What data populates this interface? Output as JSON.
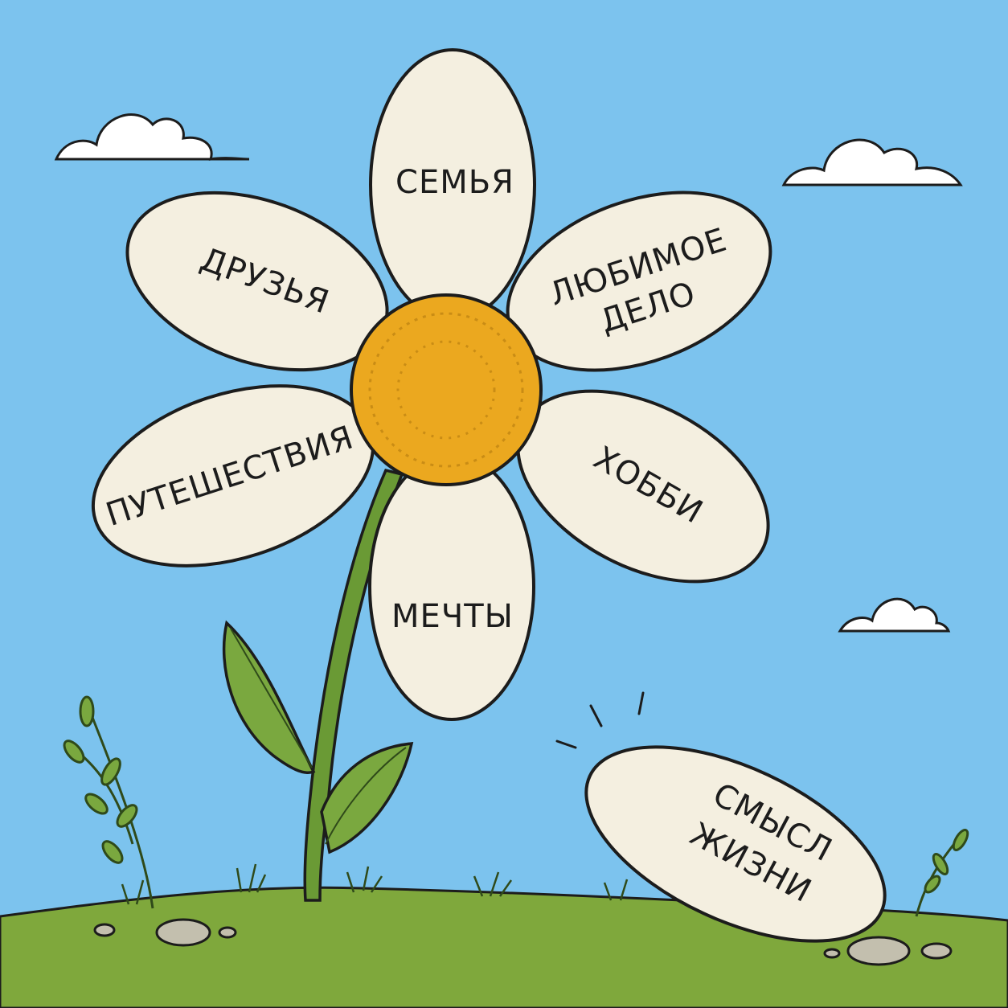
{
  "colors": {
    "sky": "#7cc3ee",
    "cloud": "#ffffff",
    "petal": "#f4efe0",
    "outline": "#1c1c1c",
    "center": "#eba81f",
    "stem": "#6a9a35",
    "leaf": "#7aa83f",
    "ground": "#7fa83c",
    "stone": "#c3bfae"
  },
  "petals": {
    "family": "СЕМЬЯ",
    "friends": "ДРУЗЬЯ",
    "favorite_work_line1": "ЛЮБИМОЕ",
    "favorite_work_line2": "ДЕЛО",
    "travel": "ПУТЕШЕСТВИЯ",
    "hobby": "ХОББИ",
    "dreams": "МЕЧТЫ"
  },
  "fallen_petal": {
    "line1": "СМЫСЛ",
    "line2": "ЖИЗНИ"
  }
}
